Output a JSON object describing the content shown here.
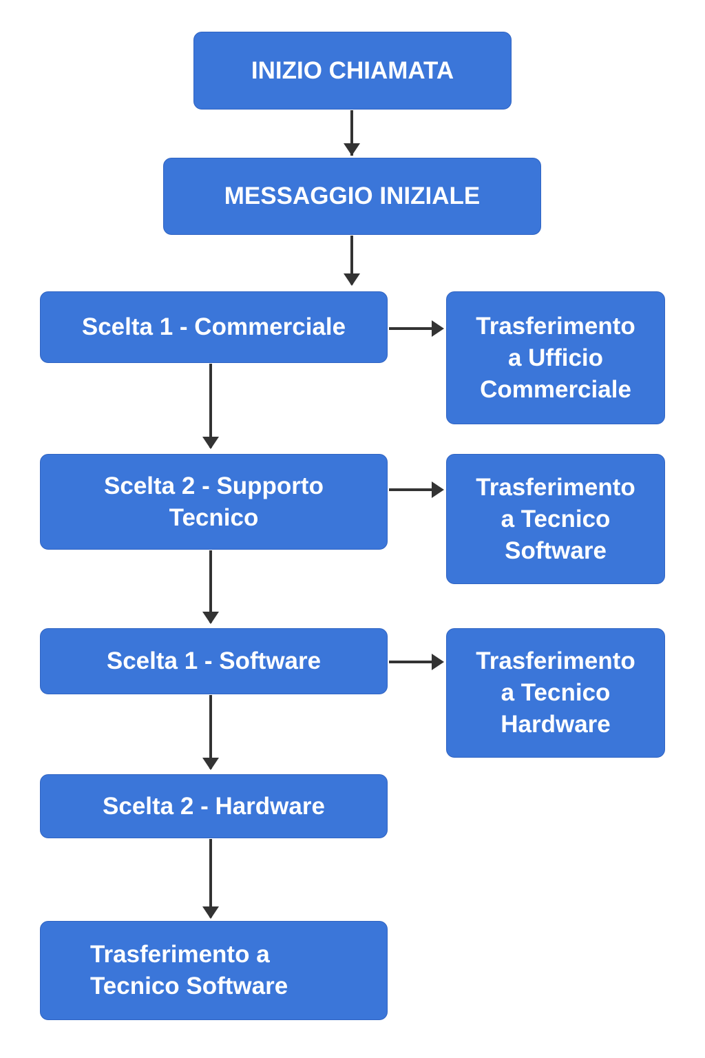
{
  "nodes": {
    "start": "INIZIO CHIAMATA",
    "welcome": "MESSAGGIO INIZIALE",
    "choice1_sales": "Scelta 1 - Commerciale",
    "transfer_sales": "Trasferimento\na Ufficio\nCommerciale",
    "choice2_support": "Scelta 2 - Supporto\nTecnico",
    "transfer_software": "Trasferimento\na Tecnico\nSoftware",
    "choice1_software": "Scelta 1 - Software",
    "transfer_hardware": "Trasferimento\na Tecnico\nHardware",
    "choice2_hardware": "Scelta 2 - Hardware",
    "final_transfer": "Trasferimento a\nTecnico Software"
  },
  "colors": {
    "box": "#3b76d9",
    "arrow": "#333333",
    "text": "#ffffff"
  }
}
